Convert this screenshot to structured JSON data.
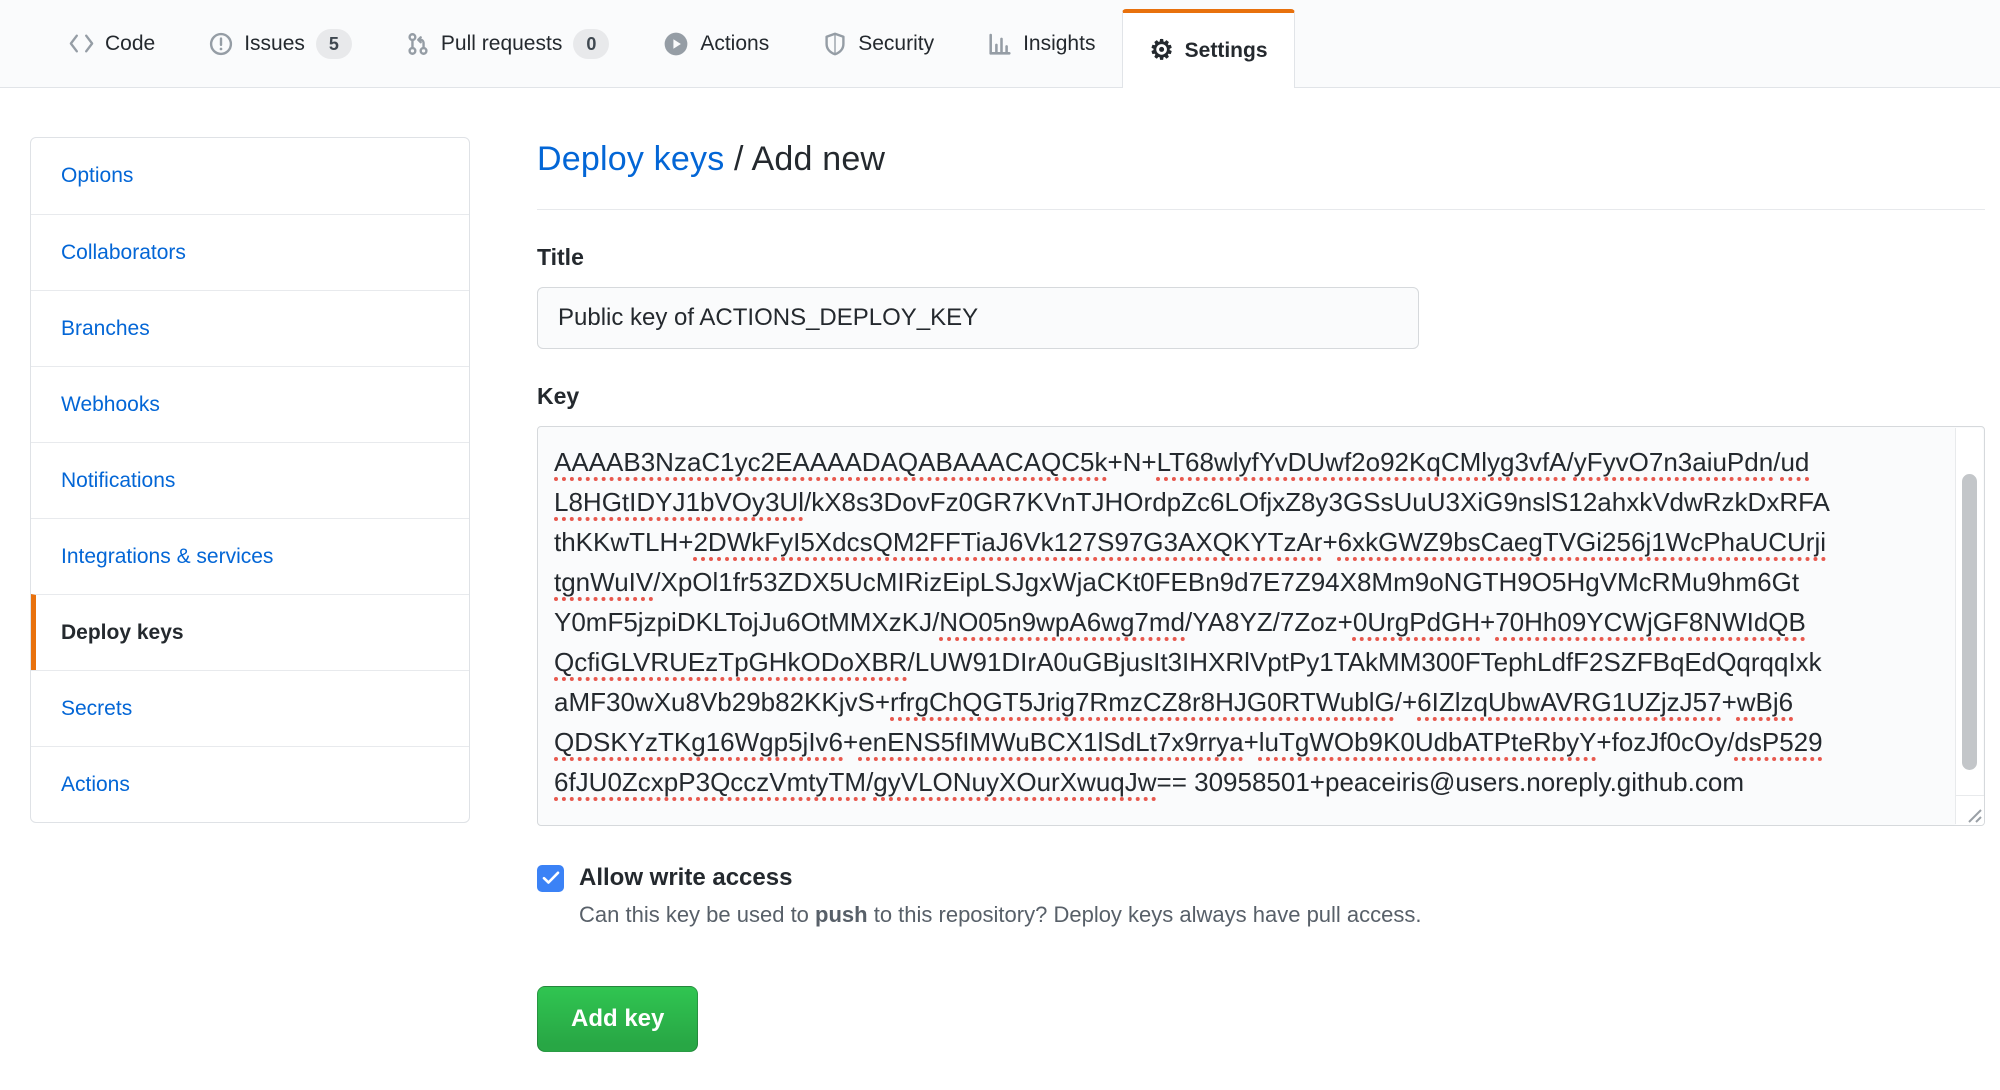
{
  "nav": {
    "tabs": [
      {
        "label": "Code",
        "icon": "code-icon"
      },
      {
        "label": "Issues",
        "icon": "issue-opened-icon",
        "badge": "5"
      },
      {
        "label": "Pull requests",
        "icon": "git-pull-request-icon",
        "badge": "0"
      },
      {
        "label": "Actions",
        "icon": "play-icon"
      },
      {
        "label": "Security",
        "icon": "shield-icon"
      },
      {
        "label": "Insights",
        "icon": "graph-icon"
      },
      {
        "label": "Settings",
        "icon": "gear-icon",
        "active": true
      }
    ]
  },
  "sidebar": {
    "items": [
      {
        "label": "Options"
      },
      {
        "label": "Collaborators"
      },
      {
        "label": "Branches"
      },
      {
        "label": "Webhooks"
      },
      {
        "label": "Notifications"
      },
      {
        "label": "Integrations & services"
      },
      {
        "label": "Deploy keys",
        "active": true
      },
      {
        "label": "Secrets"
      },
      {
        "label": "Actions"
      }
    ]
  },
  "main": {
    "breadcrumb": {
      "link": "Deploy keys",
      "separator": " / ",
      "current": "Add new"
    },
    "title_field": {
      "label": "Title",
      "value": "Public key of ACTIONS_DEPLOY_KEY"
    },
    "key_field": {
      "label": "Key",
      "lines": [
        [
          {
            "t": "AAAAB3NzaC1yc2EAAAADAQABAAACAQC5k",
            "u": true
          },
          {
            "t": "+N+",
            "u": false
          },
          {
            "t": "LT68wlyfYvDUwf2o92KqCMlyg3vfA",
            "u": true
          },
          {
            "t": "/",
            "u": false
          },
          {
            "t": "yFyvO7n3aiuPdn",
            "u": true
          },
          {
            "t": "/",
            "u": false
          },
          {
            "t": "ud",
            "u": true
          }
        ],
        [
          {
            "t": "L8HGtIDYJ1bVOy3Ul",
            "u": true
          },
          {
            "t": "/kX8s3DovFz0GR7KVnTJHOrdpZc6LOfjxZ8y3GSsUuU3XiG9nslS12ahxkVdwRzkDxRFA",
            "u": false
          }
        ],
        [
          {
            "t": "thKKwTLH+",
            "u": false
          },
          {
            "t": "2DWkFyI5XdcsQM2FFTiaJ6Vk127S97G3AXQKYTzAr",
            "u": true
          },
          {
            "t": "+",
            "u": false
          },
          {
            "t": "6xkGWZ9bsCaegTVGi256j1WcPhaUCUrji",
            "u": true
          }
        ],
        [
          {
            "t": "tgnWuIV",
            "u": true
          },
          {
            "t": "/XpOl1fr53ZDX5UcMIRizEipLSJgxWjaCKt0FEBn9d7E7Z94X8Mm9oNGTH9O5HgVMcRMu9hm6Gt",
            "u": false
          }
        ],
        [
          {
            "t": "Y0mF5jzpiDKLTojJu6OtMMXzKJ/",
            "u": false
          },
          {
            "t": "NO05n9wpA6wg7md",
            "u": true
          },
          {
            "t": "/YA8YZ/7Zoz+",
            "u": false
          },
          {
            "t": "0UrgPdGH",
            "u": true
          },
          {
            "t": "+",
            "u": false
          },
          {
            "t": "70Hh09YCWjGF8NWIdQB",
            "u": true
          }
        ],
        [
          {
            "t": "QcfiGLVRUEzTpGHkODoXBR",
            "u": true
          },
          {
            "t": "/LUW91DIrA0uGBjusIt3IHXRlVptPy1TAkMM300FTephLdfF2SZFBqEdQqrqqIxk",
            "u": false
          }
        ],
        [
          {
            "t": "aMF30wXu8Vb29b82KKjvS+",
            "u": false
          },
          {
            "t": "rfrgChQGT5Jrig7RmzCZ8r8HJG0RTWublG",
            "u": true
          },
          {
            "t": "/+",
            "u": false
          },
          {
            "t": "6IZlzqUbwAVRG1UZjzJ57",
            "u": true
          },
          {
            "t": "+",
            "u": false
          },
          {
            "t": "wBj6",
            "u": true
          }
        ],
        [
          {
            "t": "QDSKYzTKg16Wgp5jIv6",
            "u": true
          },
          {
            "t": "+",
            "u": false
          },
          {
            "t": "enENS5fIMWuBCX1lSdLt7x9rrya",
            "u": true
          },
          {
            "t": "+",
            "u": false
          },
          {
            "t": "luTgWOb9K0UdbATPteRbyY",
            "u": true
          },
          {
            "t": "+fozJf0cOy/",
            "u": false
          },
          {
            "t": "dsP529",
            "u": true
          }
        ],
        [
          {
            "t": "6fJU0ZcxpP3QcczVmtyTM",
            "u": true
          },
          {
            "t": "/",
            "u": false
          },
          {
            "t": "gyVLONuyXOurXwuqJw",
            "u": true
          },
          {
            "t": "== 30958501+peaceiris@users.noreply.github.com",
            "u": false
          }
        ]
      ]
    },
    "write_access": {
      "label": "Allow write access",
      "checked": true,
      "note_pre": "Can this key be used to ",
      "note_bold": "push",
      "note_post": " to this repository? Deploy keys always have pull access."
    },
    "submit_label": "Add key"
  },
  "colors": {
    "tab_accent": "#e8710d",
    "link": "#0366d6",
    "button_green": "#28a745",
    "checkbox_blue": "#3b82f6",
    "squiggle_red": "#e8594e",
    "nav_bg": "#fafbfc",
    "input_bg": "#fafbfc"
  }
}
